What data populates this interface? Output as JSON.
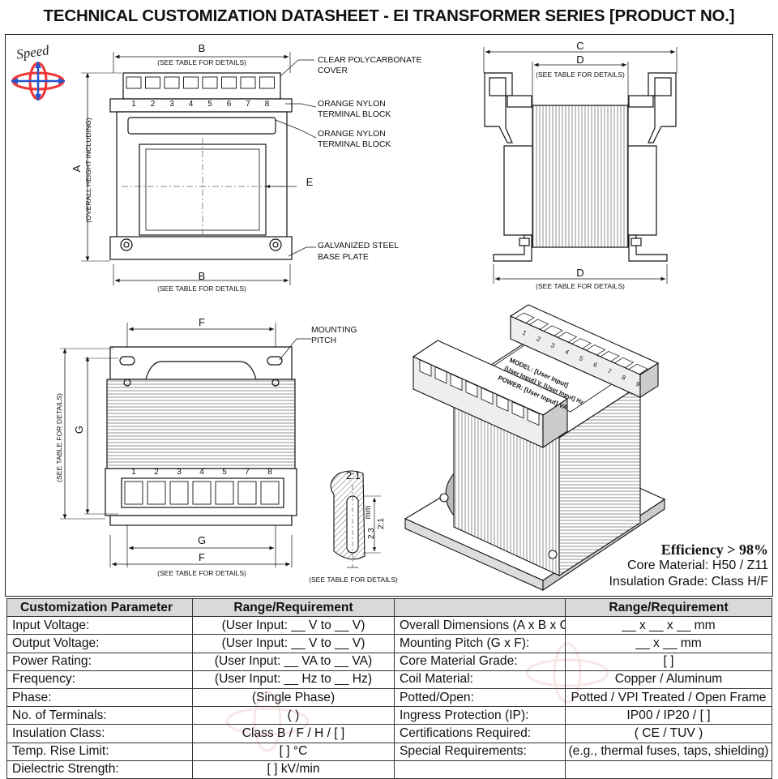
{
  "title": "TECHNICAL CUSTOMIZATION DATASHEET - EI TRANSFORMER SERIES [PRODUCT NO.]",
  "logo_text": "Speed",
  "colors": {
    "logo_red": "#e33",
    "logo_blue": "#2255cc",
    "header_bg": "#d9d9d9",
    "line": "#222"
  },
  "front_view": {
    "dim_b_top": "B",
    "see_table": "(SEE TABLE FOR DETAILS)",
    "dim_a": "A",
    "overall_height": "(OVERALL HEIGHT INCLUDING)",
    "dim_e": "E",
    "dim_b_bottom": "B",
    "terminals": [
      "1",
      "2",
      "3",
      "4",
      "5",
      "6",
      "7",
      "8"
    ],
    "callouts": {
      "cover_1": "CLEAR POLYCARBONATE",
      "cover_2": "COVER",
      "block1_1": "ORANGE NYLON",
      "block1_2": "TERMINAL BLOCK",
      "block2_1": "ORANGE NYLON",
      "block2_2": "TERMINAL BLOCK",
      "base_1": "GALVANIZED STEEL",
      "base_2": "BASE PLATE"
    }
  },
  "side_view": {
    "dim_c": "C",
    "dim_d_top": "D",
    "dim_d_bottom": "D",
    "see_table": "(SEE TABLE FOR DETAILS)"
  },
  "top_view": {
    "dim_f_top": "F",
    "mounting_1": "MOUNTING",
    "mounting_2": "PITCH",
    "dim_g_side": "G",
    "see_table_side": "(SEE TABLE FOR DETAILS)",
    "dim_g_bottom": "G",
    "dim_f_bottom": "F",
    "see_table": "(SEE TABLE FOR DETAILS)",
    "terminals": [
      "1",
      "2",
      "3",
      "4",
      "5",
      "7",
      "8"
    ]
  },
  "slot_detail": {
    "ratio": "2:1",
    "dim_value": "2.3",
    "dim_unit": "mm",
    "dim_ratio": "2:1",
    "see_table": "(SEE TABLE FOR DETAILS)"
  },
  "iso_view": {
    "label_1": "MODEL: [User Input]",
    "label_2": "[User Input] V, [User Input] Hz",
    "label_3": "POWER: [User Input] VA",
    "terminals": [
      "1",
      "2",
      "3",
      "4",
      "5",
      "6",
      "7",
      "8",
      "9"
    ]
  },
  "specs": {
    "efficiency": "Efficiency > 98%",
    "core_material": "Core Material: H50 / Z11",
    "insulation_grade": "Insulation Grade: Class H/F"
  },
  "table": {
    "headers": [
      "Customization Parameter",
      "Range/Requirement",
      "",
      "Range/Requirement"
    ],
    "rows": [
      [
        "Input Voltage:",
        "(User Input: __ V to __ V)",
        "Overall Dimensions (A x B x C):",
        "__ x __ x __ mm"
      ],
      [
        "Output Voltage:",
        "(User Input: __ V to __ V)",
        "Mounting Pitch (G x F):",
        "__ x __ mm"
      ],
      [
        "Power Rating:",
        "(User Input: __ VA to __ VA)",
        "Core Material Grade:",
        "[ ]"
      ],
      [
        "Frequency:",
        "(User Input: __ Hz to __ Hz)",
        "Coil Material:",
        "Copper / Aluminum"
      ],
      [
        "Phase:",
        "(Single Phase)",
        "Potted/Open:",
        "Potted / VPI Treated / Open Frame"
      ],
      [
        "No. of Terminals:",
        "( )",
        "Ingress Protection (IP):",
        "IP00 / IP20 / [ ]"
      ],
      [
        "Insulation Class:",
        "Class B / F / H / [ ]",
        "Certifications Required:",
        "( CE / TUV )"
      ],
      [
        "Temp. Rise Limit:",
        "[ ] °C",
        "Special Requirements:",
        "(e.g., thermal fuses, taps, shielding)"
      ],
      [
        "Dielectric Strength:",
        "[ ] kV/min",
        "",
        ""
      ]
    ]
  }
}
